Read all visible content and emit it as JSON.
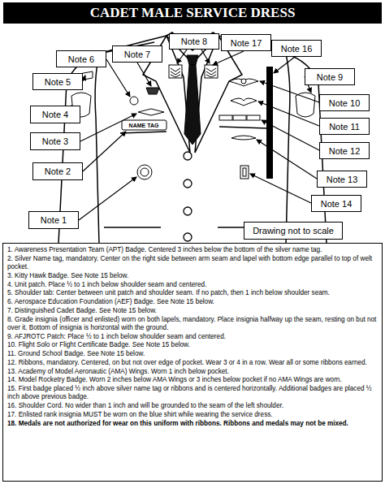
{
  "diagram": {
    "title": "CADET MALE SERVICE DRESS",
    "nodes": [
      {
        "text": [
          "Note 1"
        ]
      },
      {
        "text": [
          "Note 2"
        ]
      },
      {
        "text": [
          "Note 3"
        ]
      },
      {
        "text": [
          "Note 4"
        ]
      },
      {
        "text": [
          "Note 5"
        ]
      },
      {
        "text": [
          "Note 6"
        ]
      },
      {
        "text": [
          "Note 7"
        ]
      },
      {
        "text": [
          "Note 8"
        ]
      },
      {
        "text": [
          "Note 9"
        ]
      },
      {
        "text": [
          "Note 10"
        ]
      },
      {
        "text": [
          "Note 11"
        ]
      },
      {
        "text": [
          "Note 12"
        ]
      },
      {
        "text": [
          "Note 13"
        ]
      },
      {
        "text": [
          "Note 14"
        ]
      },
      {
        "text": [
          "Note 16"
        ]
      },
      {
        "text": [
          "Note 17"
        ]
      },
      {
        "text": [
          "Drawing not to scale"
        ]
      },
      {
        "text": [
          "1. Awareness Presentation Team (APT) Badge. Centered 3 inches below the bottom of the silver name tag.",
          "2. Silver Name tag, mandatory. Center on the right side between arm seam and lapel with bottom edge parallel to top of welt pocket.",
          "3. Kitty Hawk Badge. See Note 15 below.",
          "4. Unit patch. Place ½ to 1 inch below shoulder seam and centered.",
          "5. Shoulder tab: Center between unit patch and shoulder seam. If no patch, then 1 inch below shoulder seam.",
          "6. Aerospace Education Foundation (AEF) Badge. See Note 15 below.",
          "7. Distinguished Cadet Badge. See Note 15 below.",
          "8. Grade insignia (officer and enlisted) worn on both lapels, mandatory. Place insignia halfway up the seam, resting on but not over it. Bottom of insignia is horizontal with the ground.",
          "9. AFJROTC Patch: Place ½ to 1 inch below shoulder seam and centered.",
          "10. Flight Solo or Flight Certificate Badge. See Note 15 below.",
          "11. Ground School Badge. See Note 15 below.",
          "12. Ribbons, mandatory. Centered, on but not over edge of pocket. Wear 3 or 4 in a row. Wear all or some ribbons earned.",
          "13. Academy of Model Aeronautic (AMA) Wings. Worn 1 inch below pocket.",
          "14. Model Rocketry Badge. Worn 2 inches below AMA Wings or 3 inches below pocket if no AMA Wings are worn.",
          "15. First badge placed ½ inch above silver name tag or ribbons and is centered horizontally. Additional badges are placed ½ inch above previous badge.",
          "16. Shoulder Cord. No wider than 1 inch and will be grounded to the seam of the left shoulder.",
          "17. Enlisted rank insignia MUST be worn on the blue shirt while wearing the service dress.",
          "18. Medals are not authorized for wear on this uniform with ribbons. Ribbons and medals may not be mixed."
        ]
      }
    ],
    "labels": [
      "NAME TAG"
    ]
  }
}
